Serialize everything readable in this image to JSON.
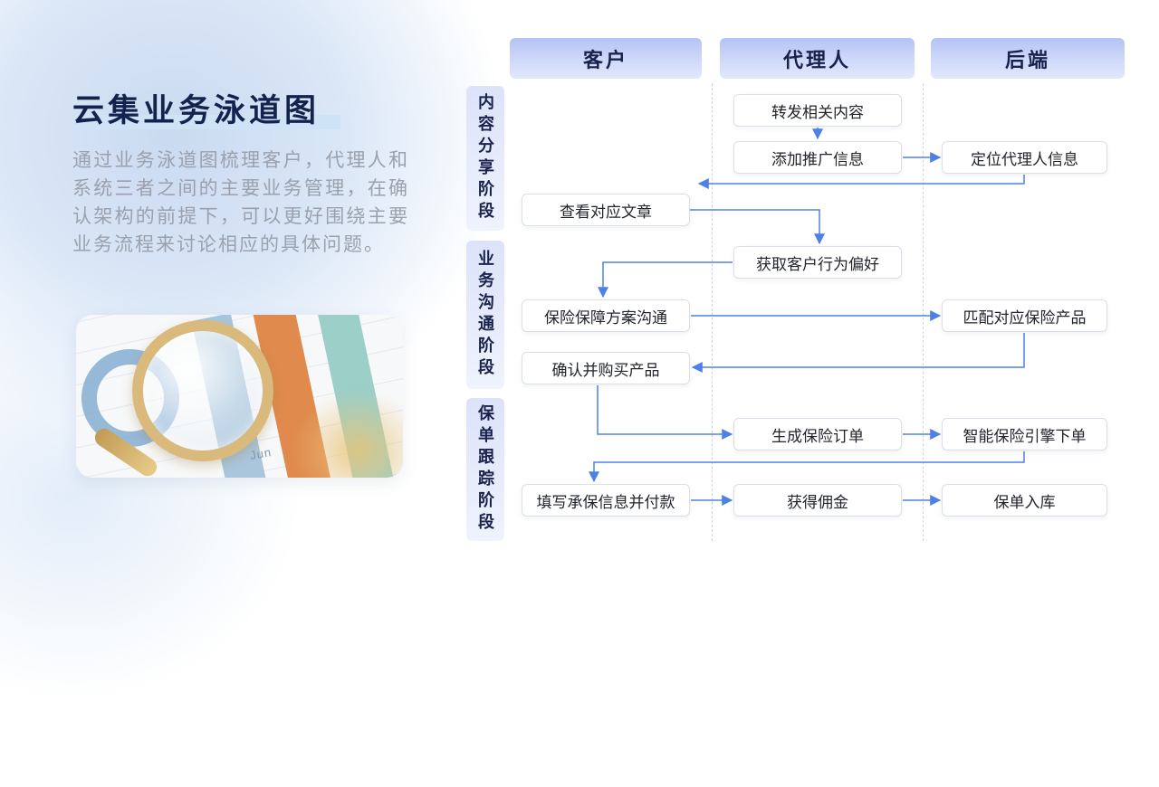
{
  "left_panel": {
    "title": "云集业务泳道图",
    "description": "通过业务泳道图梳理客户，代理人和系统三者之间的主要业务管理，在确认架构的前提下，可以更好围绕主要业务流程来讨论相应的具体问题。",
    "photo_caption": "Jun"
  },
  "diagram": {
    "lanes": [
      {
        "label": "客户"
      },
      {
        "label": "代理人"
      },
      {
        "label": "后端"
      }
    ],
    "phases": [
      {
        "label": "内容分享阶段"
      },
      {
        "label": "业务沟通阶段"
      },
      {
        "label": "保单跟踪阶段"
      }
    ],
    "nodes": [
      {
        "label": "转发相关内容",
        "lane": "代理人",
        "phase": "内容分享阶段"
      },
      {
        "label": "添加推广信息",
        "lane": "代理人",
        "phase": "内容分享阶段"
      },
      {
        "label": "定位代理人信息",
        "lane": "后端",
        "phase": "内容分享阶段"
      },
      {
        "label": "查看对应文章",
        "lane": "客户",
        "phase": "内容分享阶段"
      },
      {
        "label": "获取客户行为偏好",
        "lane": "代理人",
        "phase": "业务沟通阶段"
      },
      {
        "label": "保险保障方案沟通",
        "lane": "客户",
        "phase": "业务沟通阶段"
      },
      {
        "label": "匹配对应保险产品",
        "lane": "后端",
        "phase": "业务沟通阶段"
      },
      {
        "label": "确认并购买产品",
        "lane": "客户",
        "phase": "业务沟通阶段"
      },
      {
        "label": "生成保险订单",
        "lane": "代理人",
        "phase": "保单跟踪阶段"
      },
      {
        "label": "智能保险引擎下单",
        "lane": "后端",
        "phase": "保单跟踪阶段"
      },
      {
        "label": "填写承保信息并付款",
        "lane": "客户",
        "phase": "保单跟踪阶段"
      },
      {
        "label": "获得佣金",
        "lane": "代理人",
        "phase": "保单跟踪阶段"
      },
      {
        "label": "保单入库",
        "lane": "后端",
        "phase": "保单跟踪阶段"
      }
    ]
  },
  "colors": {
    "arrow_blue": "#4e81e8",
    "header_lavender_top": "#b4c3f3",
    "header_lavender_bottom": "#e2e8fc",
    "title_navy": "#14234e",
    "title_highlight": "#cde3f6",
    "description_gray": "#9aa1ad"
  }
}
